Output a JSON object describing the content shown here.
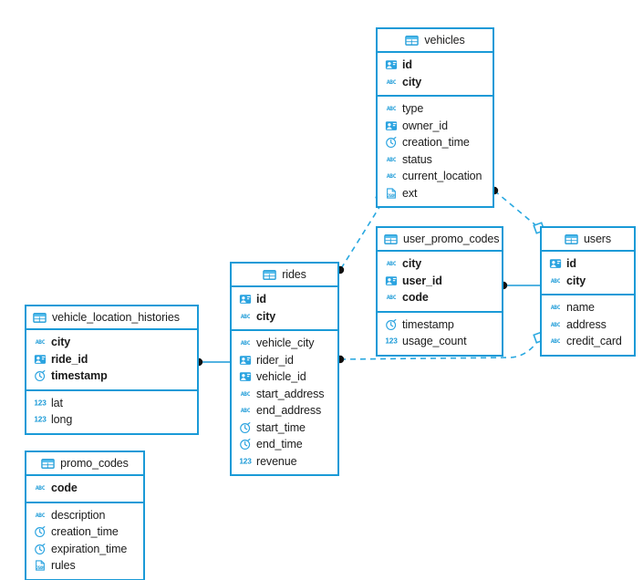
{
  "diagram": {
    "type": "entity-relationship-diagram",
    "background_color": "#ffffff",
    "accent_color": "#1a9ad7",
    "text_color": "#1b1b1b"
  },
  "icons": {
    "table": "table-icon",
    "key": "id-card-icon",
    "string": "abc-icon",
    "timestamp": "clock-icon",
    "number": "123-icon",
    "json": "json-icon"
  },
  "entities": [
    {
      "id": "vehicles",
      "name": "vehicles",
      "header_align": "center",
      "keys": [
        {
          "name": "id",
          "type": "key"
        },
        {
          "name": "city",
          "type": "string"
        }
      ],
      "fields": [
        {
          "name": "type",
          "type": "string"
        },
        {
          "name": "owner_id",
          "type": "key"
        },
        {
          "name": "creation_time",
          "type": "timestamp"
        },
        {
          "name": "status",
          "type": "string"
        },
        {
          "name": "current_location",
          "type": "string"
        },
        {
          "name": "ext",
          "type": "json"
        }
      ]
    },
    {
      "id": "user_promo_codes",
      "name": "user_promo_codes",
      "header_align": "left",
      "keys": [
        {
          "name": "city",
          "type": "string"
        },
        {
          "name": "user_id",
          "type": "key"
        },
        {
          "name": "code",
          "type": "string"
        }
      ],
      "fields": [
        {
          "name": "timestamp",
          "type": "timestamp"
        },
        {
          "name": "usage_count",
          "type": "number"
        }
      ]
    },
    {
      "id": "users",
      "name": "users",
      "header_align": "center",
      "keys": [
        {
          "name": "id",
          "type": "key"
        },
        {
          "name": "city",
          "type": "string"
        }
      ],
      "fields": [
        {
          "name": "name",
          "type": "string"
        },
        {
          "name": "address",
          "type": "string"
        },
        {
          "name": "credit_card",
          "type": "string"
        }
      ]
    },
    {
      "id": "rides",
      "name": "rides",
      "header_align": "center",
      "keys": [
        {
          "name": "id",
          "type": "key"
        },
        {
          "name": "city",
          "type": "string"
        }
      ],
      "fields": [
        {
          "name": "vehicle_city",
          "type": "string"
        },
        {
          "name": "rider_id",
          "type": "key"
        },
        {
          "name": "vehicle_id",
          "type": "key"
        },
        {
          "name": "start_address",
          "type": "string"
        },
        {
          "name": "end_address",
          "type": "string"
        },
        {
          "name": "start_time",
          "type": "timestamp"
        },
        {
          "name": "end_time",
          "type": "timestamp"
        },
        {
          "name": "revenue",
          "type": "number"
        }
      ]
    },
    {
      "id": "vehicle_location_histories",
      "name": "vehicle_location_histories",
      "header_align": "left",
      "keys": [
        {
          "name": "city",
          "type": "string"
        },
        {
          "name": "ride_id",
          "type": "key"
        },
        {
          "name": "timestamp",
          "type": "timestamp"
        }
      ],
      "fields": [
        {
          "name": "lat",
          "type": "number"
        },
        {
          "name": "long",
          "type": "number"
        }
      ]
    },
    {
      "id": "promo_codes",
      "name": "promo_codes",
      "header_align": "center",
      "keys": [
        {
          "name": "code",
          "type": "string"
        }
      ],
      "fields": [
        {
          "name": "description",
          "type": "string"
        },
        {
          "name": "creation_time",
          "type": "timestamp"
        },
        {
          "name": "expiration_time",
          "type": "timestamp"
        },
        {
          "name": "rules",
          "type": "json"
        }
      ]
    }
  ],
  "relationships": [
    {
      "id": "vehicles-rides",
      "from": "vehicles",
      "to": "rides",
      "style": "dashed"
    },
    {
      "id": "vehicles-users",
      "from": "vehicles",
      "to": "users",
      "style": "dashed"
    },
    {
      "id": "rides-users",
      "from": "rides",
      "to": "users",
      "style": "dashed"
    },
    {
      "id": "user_promo_codes-users",
      "from": "user_promo_codes",
      "to": "users",
      "style": "solid"
    },
    {
      "id": "vehicle_location_histories-rides",
      "from": "vehicle_location_histories",
      "to": "rides",
      "style": "solid"
    }
  ]
}
